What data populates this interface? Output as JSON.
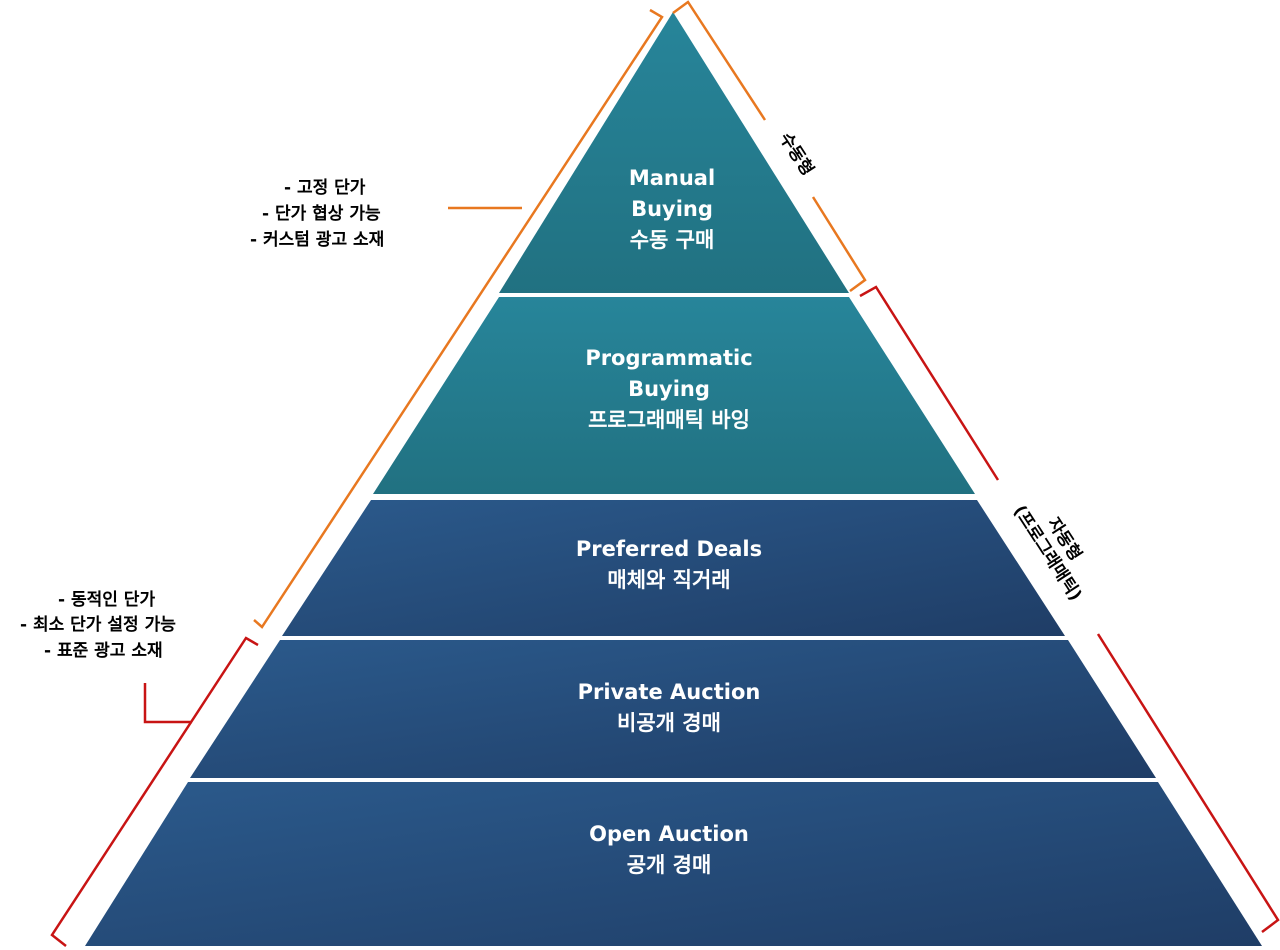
{
  "tiers": {
    "manual": {
      "line1": "Manual",
      "line2": "Buying",
      "line3": "수동 구매"
    },
    "programmatic": {
      "line1": "Programmatic",
      "line2": "Buying",
      "line3": "프로그래매틱 바잉"
    },
    "preferred": {
      "line1": "Preferred Deals",
      "line2": "매체와 직거래"
    },
    "private": {
      "line1": "Private Auction",
      "line2": "비공개 경매"
    },
    "open": {
      "line1": "Open Auction",
      "line2": "공개 경매"
    }
  },
  "left_notes": {
    "top": [
      "-  고정 단가",
      "-  단가 협상 가능",
      "-  커스텀 광고 소재"
    ],
    "bottom": [
      "-  동적인 단가",
      "-  최소 단가 설정 가능",
      "-  표준 광고 소재"
    ]
  },
  "right_labels": {
    "manual": "수동형",
    "auto_line1": "자동형",
    "auto_line2": "(프로그래매틱)"
  },
  "colors": {
    "manual_tier": "#247f94",
    "programmatic_tier": "#217181",
    "preferred_tier": "#2a5484",
    "private_tier": "#27507f",
    "open_tier": "#244672",
    "orange_bracket": "#e87820",
    "red_bracket": "#c81414",
    "divider": "#ffffff"
  }
}
